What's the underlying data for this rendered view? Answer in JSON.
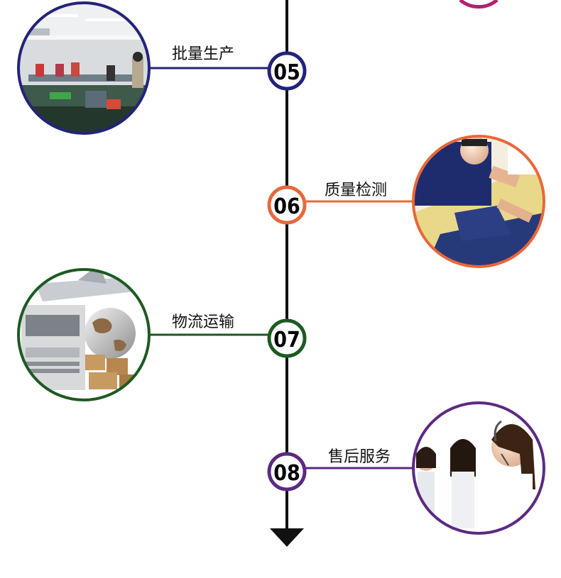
{
  "steps": [
    {
      "number": "05",
      "label": "批量生产",
      "color": "#24237a",
      "photo": "factory-photo",
      "side": "left"
    },
    {
      "number": "06",
      "label": "质量检测",
      "color": "#e8683a",
      "photo": "inspection-photo",
      "side": "right"
    },
    {
      "number": "07",
      "label": "物流运输",
      "color": "#1d5a22",
      "photo": "logistics-photo",
      "side": "left"
    },
    {
      "number": "08",
      "label": "售后服务",
      "color": "#5b2a82",
      "photo": "customer-service-photo",
      "side": "right"
    }
  ],
  "top_partial_circle_color": "#b3206e",
  "arrow_icon": "arrow-down-icon"
}
